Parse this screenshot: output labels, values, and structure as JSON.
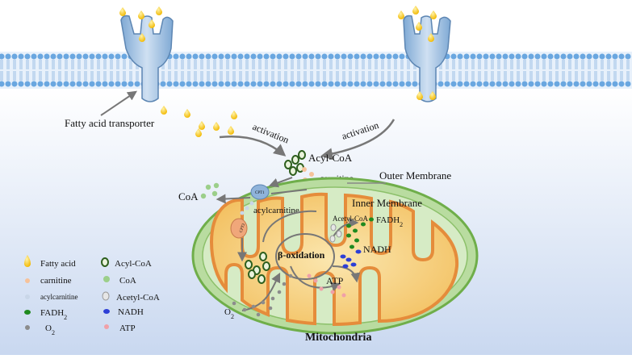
{
  "labels": {
    "fatty_acid_transporter": "Fatty acid transporter",
    "activation_left": "activation",
    "activation_right": "activation",
    "acyl_coa": "Acyl-CoA",
    "carnitine": "carnitine",
    "outer_membrane": "Outer Membrane",
    "inner_membrane": "Inner Membrane",
    "coa": "CoA",
    "cpt1": "CPT1",
    "cpt2": "CPT2",
    "acylcarnitine": "acylcarnitine",
    "acetyl_coa": "Acetyl-CoA",
    "fadh2": "FADH",
    "fadh2_sub": "2",
    "nadh": "NADH",
    "beta_oxidation": "β-oxidation",
    "atp": "ATP",
    "o2": "O",
    "o2_sub": "2",
    "title": "Mitochondria"
  },
  "legend": {
    "fatty_acid": "Fatty acid",
    "acyl_coa": "Acyl-CoA",
    "carnitine": "carnitine",
    "coa": "CoA",
    "acylcarnitine": "acylcarnitine",
    "acetyl_coa": "Acetyl-CoA",
    "fadh2": "FADH",
    "fadh2_sub": "2",
    "nadh": "NADH",
    "o2": "O",
    "o2_sub": "2",
    "atp": "ATP"
  },
  "colors": {
    "fatty_acid": "#f5c518",
    "acyl_coa": "#2e5f1e",
    "carnitine": "#f6c29a",
    "coa": "#9ccf8a",
    "acylcarnitine": "#c9d6e8",
    "acetyl_coa": "#d8d8d8",
    "fadh2": "#1f8a1f",
    "nadh": "#2d3fd6",
    "o2": "#8c8c8c",
    "atp": "#f0a0a8",
    "membrane": "#6aa7e0",
    "transporter": "#9bbfe0",
    "mito_outer": "#cfe6b8",
    "mito_inner": "#f2a657",
    "matrix": "#f7d79b"
  }
}
